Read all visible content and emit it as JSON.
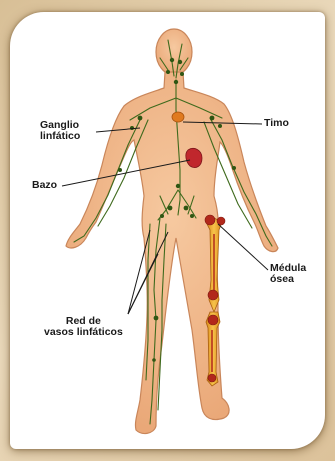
{
  "labels": {
    "ganglio_line1": "Ganglio",
    "ganglio_line2": "linfático",
    "timo": "Timo",
    "bazo": "Bazo",
    "medula_line1": "Médula",
    "medula_line2": "ósea",
    "red_line1": "Red de",
    "red_line2": "vasos linfáticos"
  },
  "colors": {
    "skin": "#f2b889",
    "skin_outline": "#c9865a",
    "lymph": "#3f6a1d",
    "bone": "#e9a11e",
    "marrow": "#b2281b",
    "spleen": "#c0272d",
    "thymus": "#e07a1f"
  }
}
